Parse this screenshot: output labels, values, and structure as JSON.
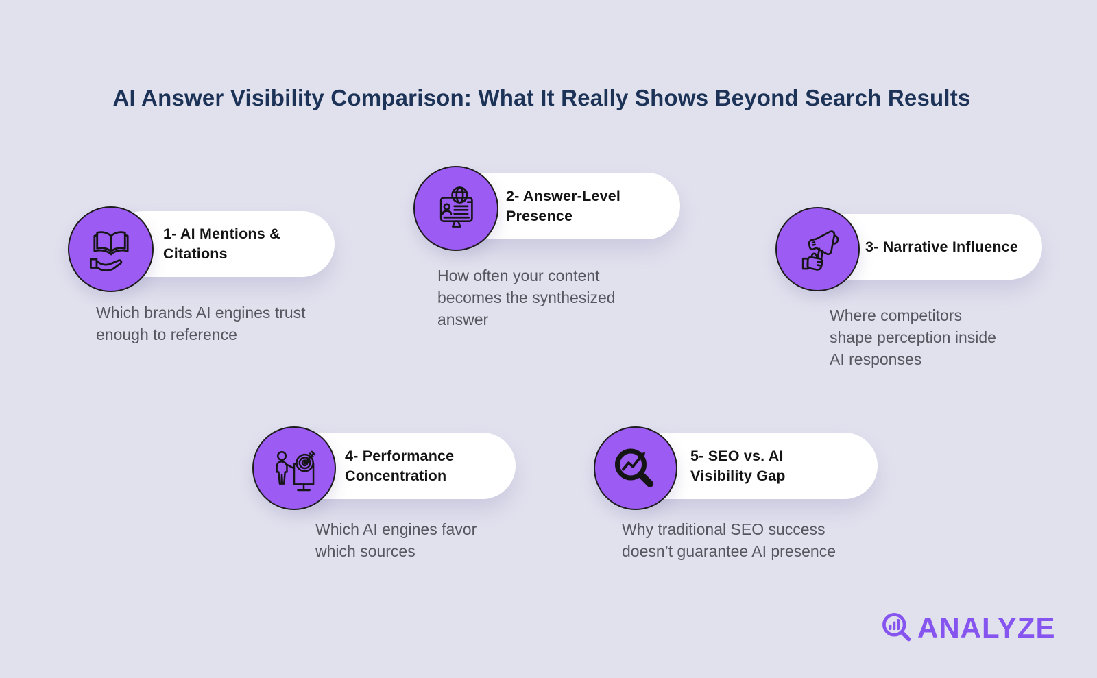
{
  "title": {
    "text": "AI Answer Visibility Comparison: What It Really Shows Beyond Search Results"
  },
  "items": [
    {
      "number": 1,
      "label": "1- AI Mentions &\nCitations",
      "description": "Which brands AI engines trust\nenough to reference",
      "icon": "book-on-hand-icon"
    },
    {
      "number": 2,
      "label": "2- Answer-Level\nPresence",
      "description": "How often your content\nbecomes the synthesized\nanswer",
      "icon": "monitor-globe-icon"
    },
    {
      "number": 3,
      "label": "3- Narrative Influence",
      "description": "Where competitors\nshape perception inside\nAI responses",
      "icon": "megaphone-hand-icon"
    },
    {
      "number": 4,
      "label": "4- Performance\nConcentration",
      "description": "Which AI engines favor\nwhich sources",
      "icon": "presenter-target-icon"
    },
    {
      "number": 5,
      "label": "5- SEO vs. AI\nVisibility Gap",
      "description": "Why traditional SEO success\ndoesn’t guarantee AI presence",
      "icon": "magnifier-trend-icon"
    }
  ],
  "logo": {
    "text": "ANALYZE",
    "icon": "magnifier-bars-icon"
  },
  "colors": {
    "background": "#E1E1EE",
    "accent_purple": "#9C5BF2",
    "pill_white": "#FFFFFF",
    "title_navy": "#1C3357",
    "label_black": "#141414",
    "description_gray": "#56565E",
    "logo_purple": "#8655F0",
    "icon_stroke": "#161616"
  }
}
